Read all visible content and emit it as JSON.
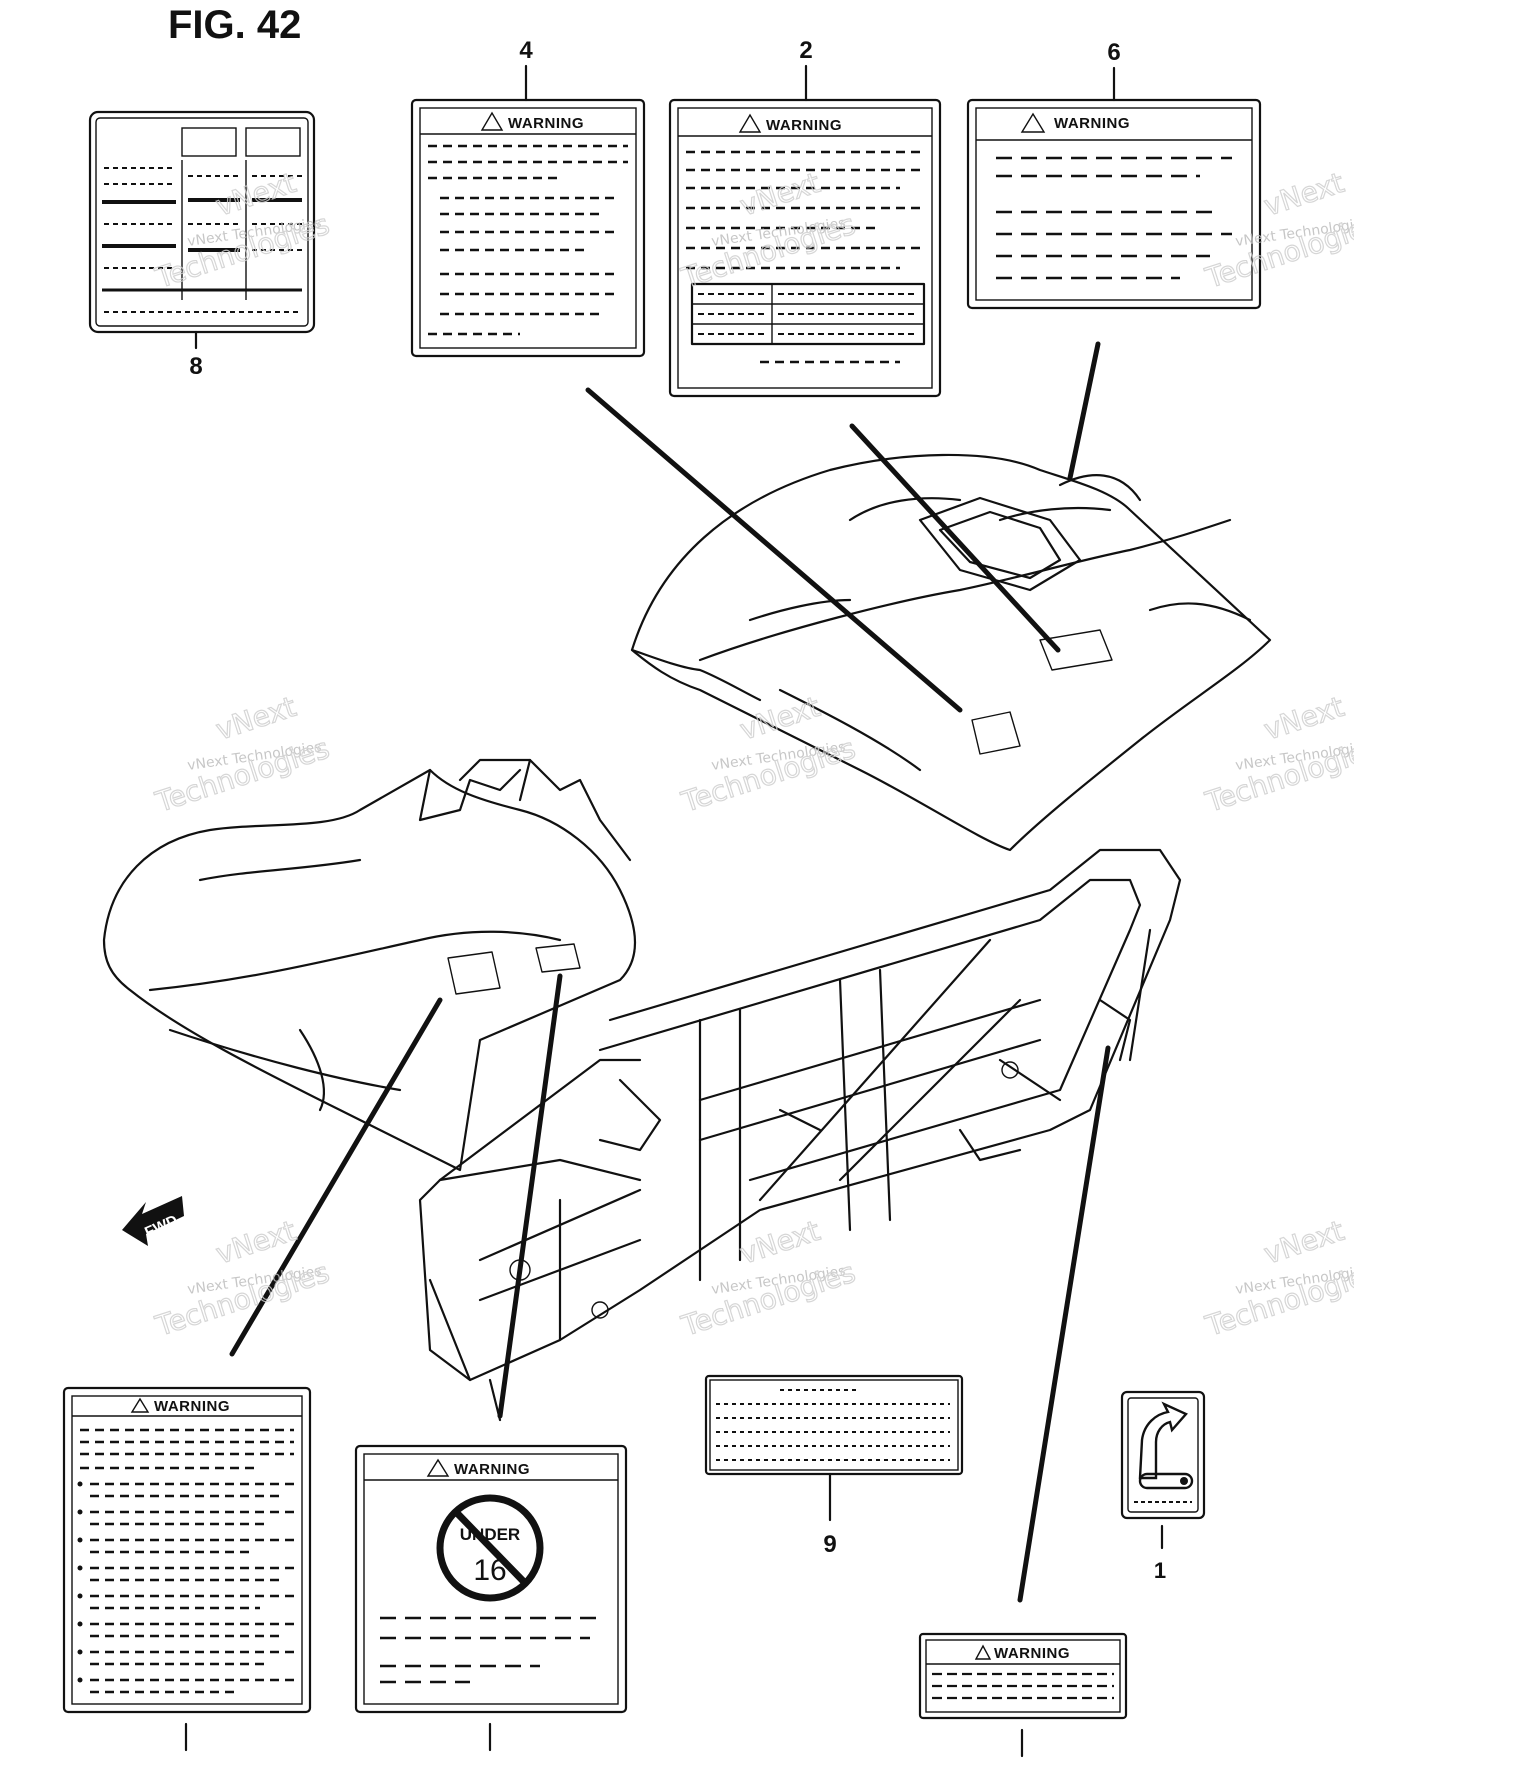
{
  "figure_title": "FIG. 42",
  "warning_text": "WARNING",
  "fwd_text": "FWD",
  "under_text": "UNDER",
  "under_age": "16",
  "watermark": {
    "line1": "vNext",
    "line2": "vNext Technologies",
    "line3": "Technologies"
  },
  "callouts": {
    "c8": "8",
    "c4": "4",
    "c2": "2",
    "c6": "6",
    "c9": "9",
    "c1": "1"
  }
}
